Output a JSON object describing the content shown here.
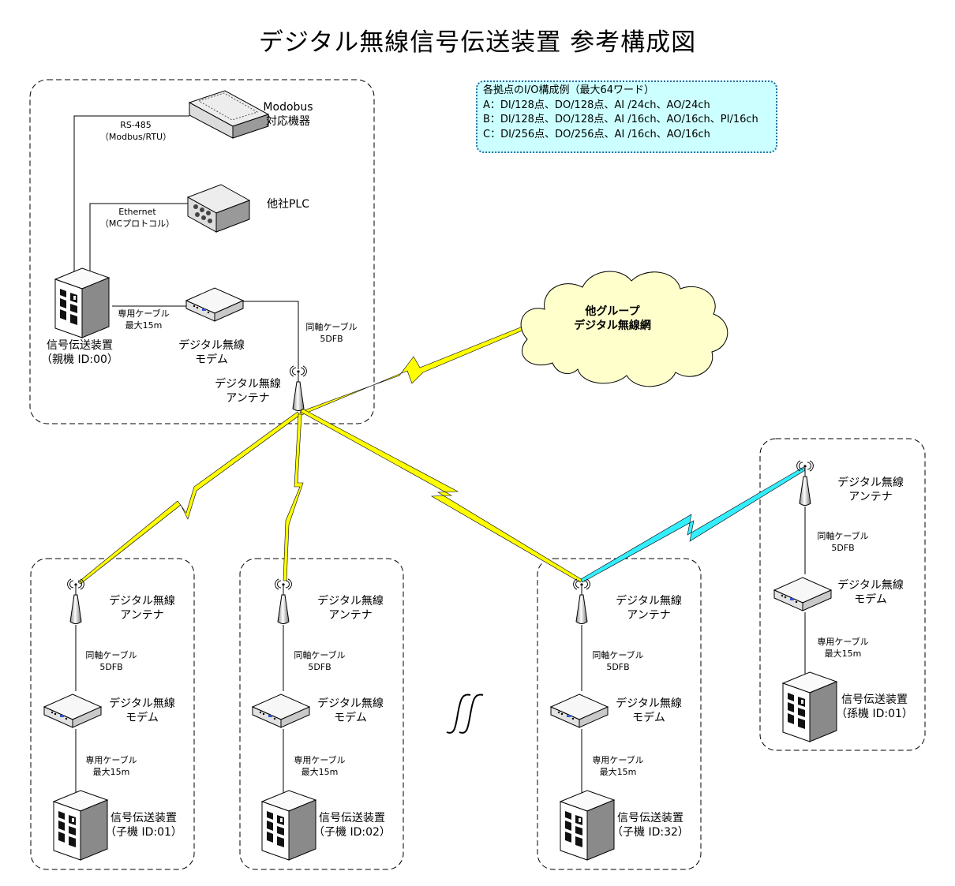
{
  "title": "デジタル無線信号伝送装置 参考構成図",
  "io_box": {
    "heading": "各拠点のI/O構成例（最大64ワード）",
    "rows": [
      "A：DI/128点、DO/128点、AI /24ch、AO/24ch",
      "B：DI/128点、DO/128点、AI /16ch、AO/16ch、PI/16ch",
      "C：DI/256点、DO/256点、AI /16ch、AO/16ch"
    ]
  },
  "master": {
    "modbus_device": [
      "Modobus",
      "対応機器"
    ],
    "rs485": [
      "RS-485",
      "（Modbus/RTU）"
    ],
    "plc": "他社PLC",
    "ethernet": [
      "Ethernet",
      "（MCプロトコル）"
    ],
    "cable": [
      "専用ケーブル",
      "最大15m"
    ],
    "coax": [
      "同軸ケーブル",
      "5DFB"
    ],
    "device": [
      "信号伝送装置",
      "（親機 ID:00）"
    ],
    "modem": [
      "デジタル無線",
      "モデム"
    ],
    "antenna": [
      "デジタル無線",
      "アンテナ"
    ]
  },
  "cloud": [
    "他グループ",
    "デジタル無線網"
  ],
  "slaves": [
    {
      "antenna": [
        "デジタル無線",
        "アンテナ"
      ],
      "coax": [
        "同軸ケーブル",
        "5DFB"
      ],
      "modem": [
        "デジタル無線",
        "モデム"
      ],
      "cable": [
        "専用ケーブル",
        "最大15m"
      ],
      "device": [
        "信号伝送装置",
        "（子機 ID:01）"
      ]
    },
    {
      "antenna": [
        "デジタル無線",
        "アンテナ"
      ],
      "coax": [
        "同軸ケーブル",
        "5DFB"
      ],
      "modem": [
        "デジタル無線",
        "モデム"
      ],
      "cable": [
        "専用ケーブル",
        "最大15m"
      ],
      "device": [
        "信号伝送装置",
        "（子機 ID:02）"
      ]
    },
    {
      "antenna": [
        "デジタル無線",
        "アンテナ"
      ],
      "coax": [
        "同軸ケーブル",
        "5DFB"
      ],
      "modem": [
        "デジタル無線",
        "モデム"
      ],
      "cable": [
        "専用ケーブル",
        "最大15m"
      ],
      "device": [
        "信号伝送装置",
        "（子機 ID:32）"
      ]
    }
  ],
  "grandchild": {
    "antenna": [
      "デジタル無線",
      "アンテナ"
    ],
    "coax": [
      "同軸ケーブル",
      "5DFB"
    ],
    "modem": [
      "デジタル無線",
      "モデム"
    ],
    "cable": [
      "専用ケーブル",
      "最大15m"
    ],
    "device": [
      "信号伝送装置",
      "（孫機 ID:01）"
    ]
  },
  "colors": {
    "radio_link": "#ffff00",
    "radio_link_relay": "#33eeff",
    "cloud_fill": "#ffffcc",
    "io_box_fill": "#ccffff"
  }
}
